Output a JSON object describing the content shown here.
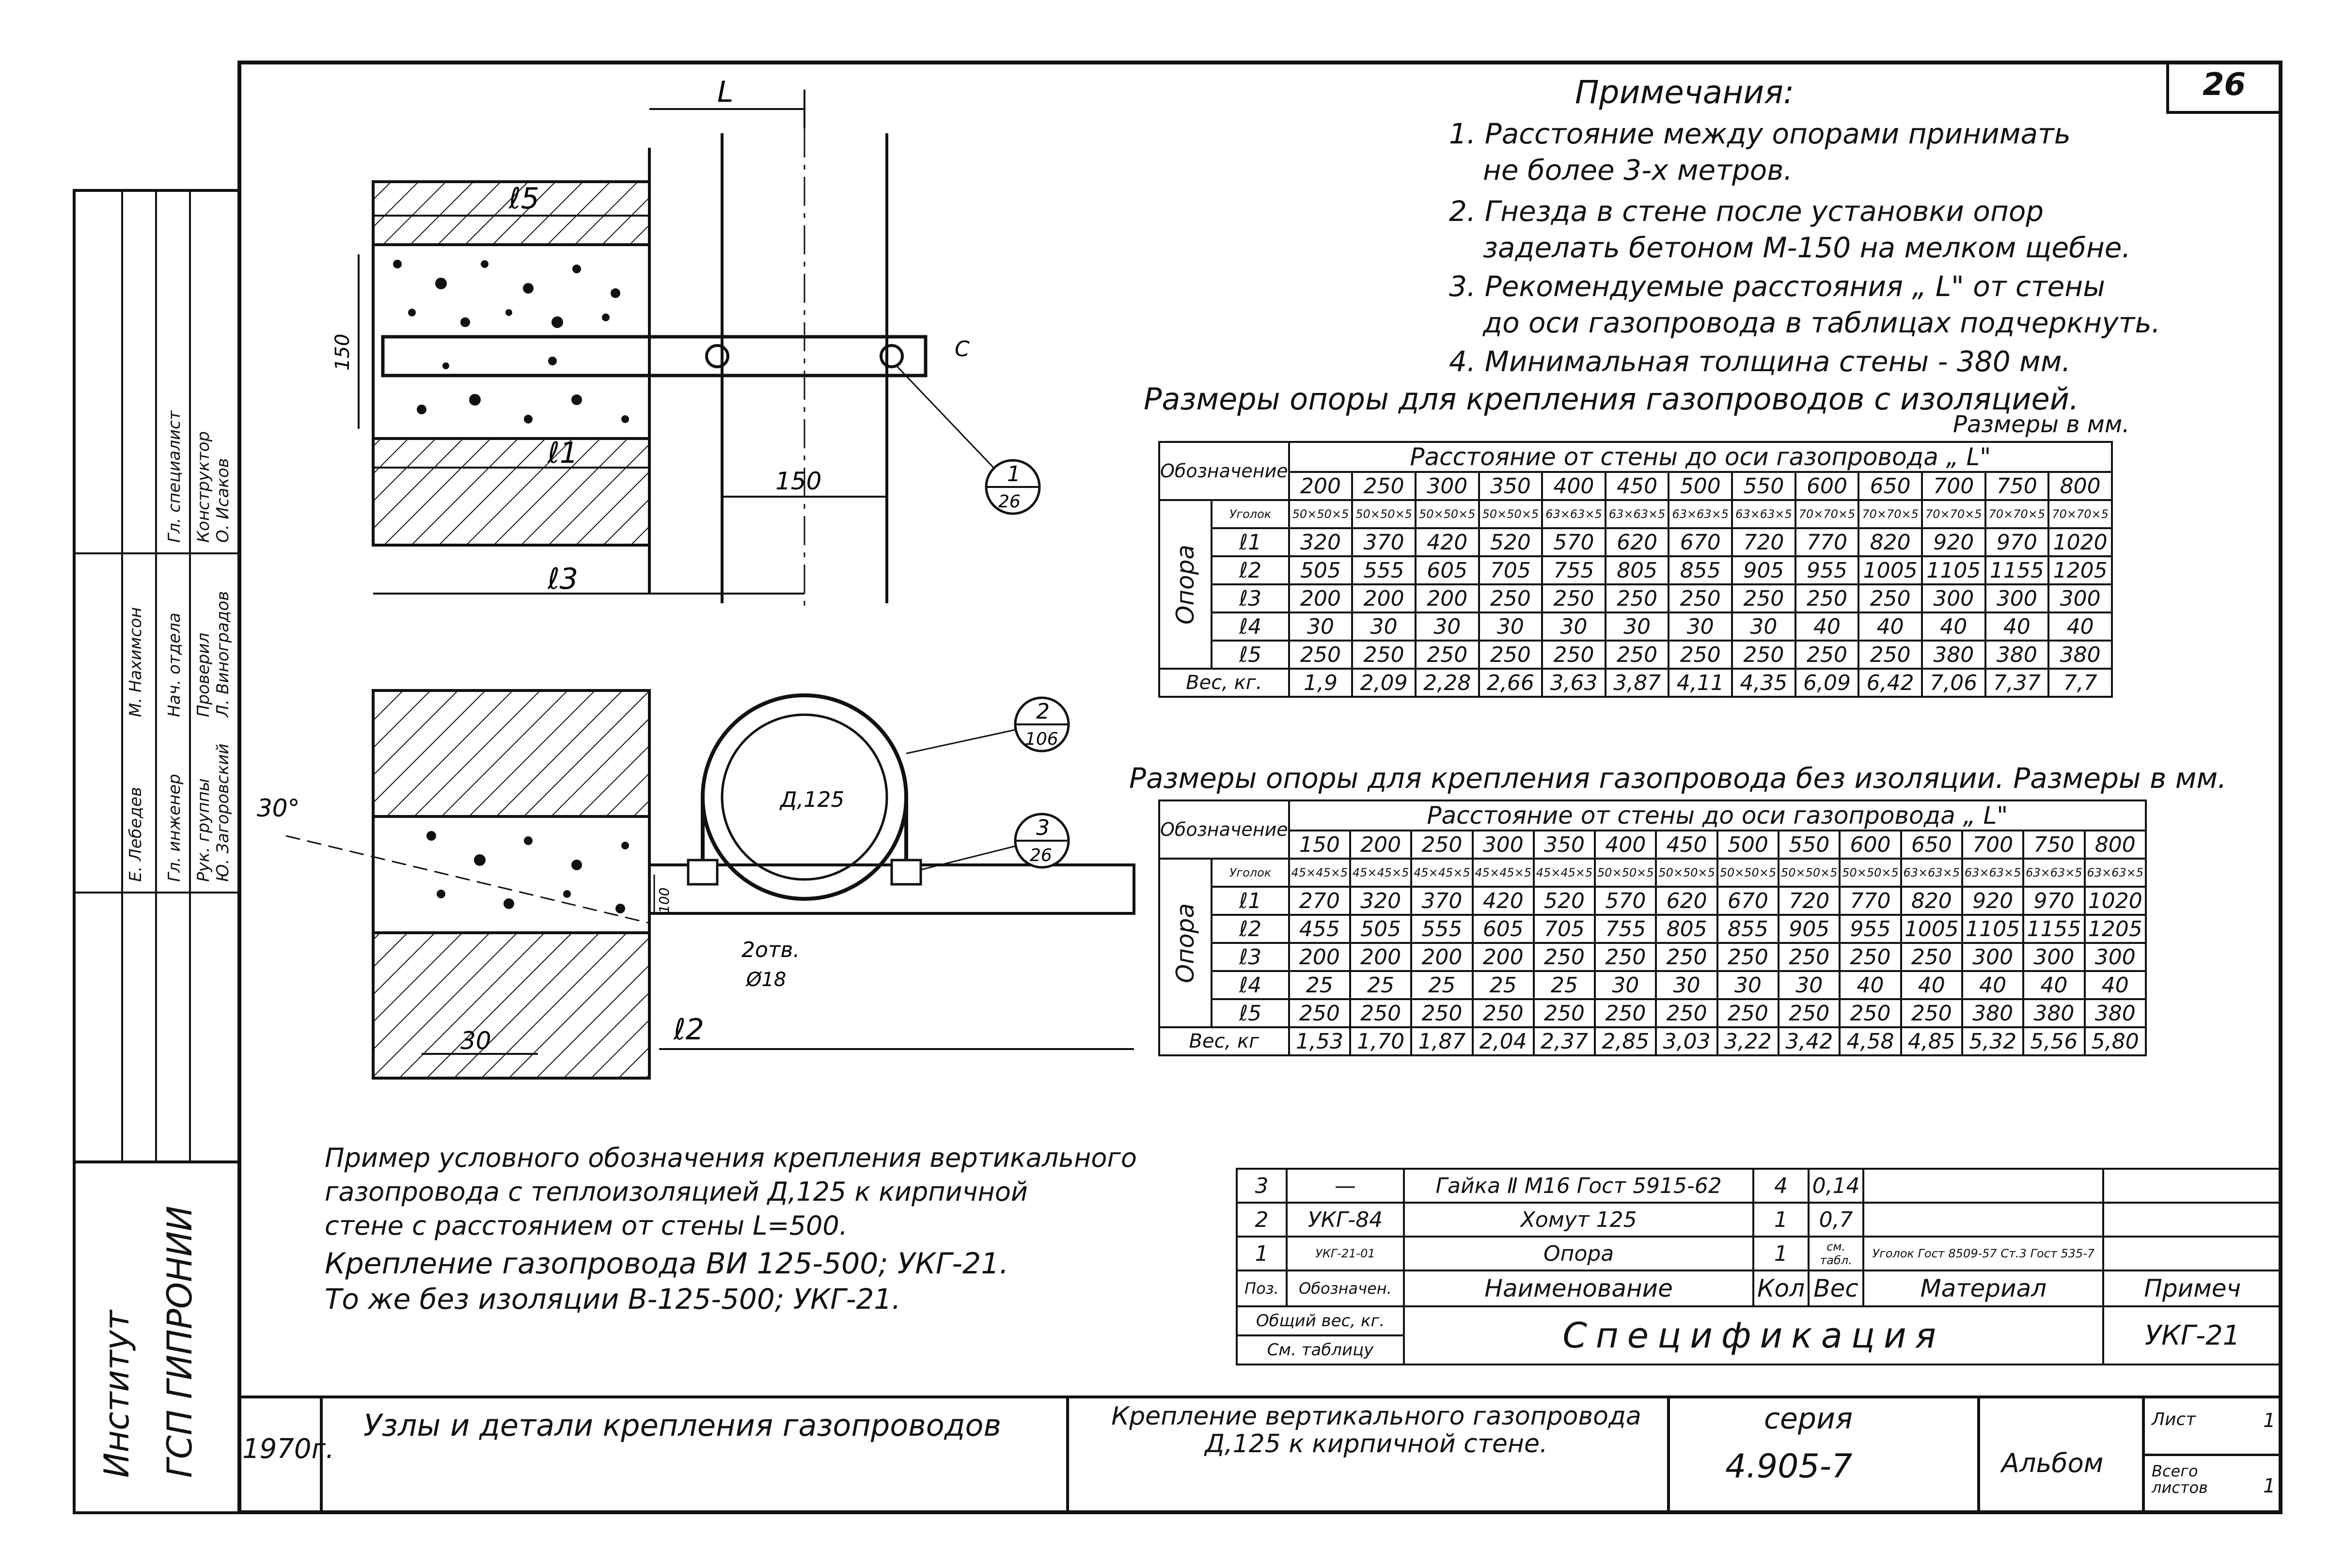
{
  "sheet_number": "26",
  "notes": {
    "title": "Примечания:",
    "items": [
      "1. Расстояние между опорами принимать",
      "не более 3-х метров.",
      "2. Гнезда в стене после установки опор",
      "заделать бетоном М-150 на мелком щебне.",
      "3. Рекомендуемые расстояния „ L\" от стены",
      "до оси газопровода в таблицах подчеркнуть.",
      "4. Минимальная толщина стены - 380 мм."
    ]
  },
  "drawing_labels": {
    "L": "L",
    "l5": "ℓ5",
    "l1": "ℓ1",
    "l3": "ℓ3",
    "l2": "ℓ2",
    "dim150_top": "150",
    "dim150_v": "150",
    "dim100": "100",
    "dim30": "30",
    "angle30": "30°",
    "c": "C",
    "pipe_d": "Д,125",
    "hole": "2отв.",
    "hole_d": "Ø18",
    "callout1_top": "1",
    "callout1_bot": "26",
    "callout2_top": "2",
    "callout2_bot": "106",
    "callout3_top": "3",
    "callout3_bot": "26"
  },
  "table1": {
    "title": "Размеры опоры для крепления газопроводов с изоляцией.",
    "units": "Размеры в мм.",
    "h_designation": "Обозначение",
    "h_distance": "Расстояние от стены до оси газопровода „ L\"",
    "h_support": "Опора",
    "h_weight": "Вес, кг.",
    "cols": [
      "200",
      "250",
      "300",
      "350",
      "400",
      "450",
      "500",
      "550",
      "600",
      "650",
      "700",
      "750",
      "800"
    ],
    "rows": [
      {
        "label": "Уголок",
        "small": true,
        "values": [
          "50×50×5",
          "50×50×5",
          "50×50×5",
          "50×50×5",
          "63×63×5",
          "63×63×5",
          "63×63×5",
          "63×63×5",
          "70×70×5",
          "70×70×5",
          "70×70×5",
          "70×70×5",
          "70×70×5"
        ]
      },
      {
        "label": "ℓ1",
        "values": [
          "320",
          "370",
          "420",
          "520",
          "570",
          "620",
          "670",
          "720",
          "770",
          "820",
          "920",
          "970",
          "1020"
        ]
      },
      {
        "label": "ℓ2",
        "values": [
          "505",
          "555",
          "605",
          "705",
          "755",
          "805",
          "855",
          "905",
          "955",
          "1005",
          "1105",
          "1155",
          "1205"
        ]
      },
      {
        "label": "ℓ3",
        "values": [
          "200",
          "200",
          "200",
          "250",
          "250",
          "250",
          "250",
          "250",
          "250",
          "250",
          "300",
          "300",
          "300"
        ]
      },
      {
        "label": "ℓ4",
        "values": [
          "30",
          "30",
          "30",
          "30",
          "30",
          "30",
          "30",
          "30",
          "40",
          "40",
          "40",
          "40",
          "40"
        ]
      },
      {
        "label": "ℓ5",
        "values": [
          "250",
          "250",
          "250",
          "250",
          "250",
          "250",
          "250",
          "250",
          "250",
          "250",
          "380",
          "380",
          "380"
        ]
      }
    ],
    "weights": [
      "1,9",
      "2,09",
      "2,28",
      "2,66",
      "3,63",
      "3,87",
      "4,11",
      "4,35",
      "6,09",
      "6,42",
      "7,06",
      "7,37",
      "7,7"
    ]
  },
  "table2": {
    "title": "Размеры опоры для крепления газопровода без изоляции. Размеры в мм.",
    "h_designation": "Обозначение",
    "h_distance": "Расстояние от стены до оси газопровода „ L\"",
    "h_support": "Опора",
    "h_weight": "Вес, кг",
    "cols": [
      "150",
      "200",
      "250",
      "300",
      "350",
      "400",
      "450",
      "500",
      "550",
      "600",
      "650",
      "700",
      "750",
      "800"
    ],
    "rows": [
      {
        "label": "Уголок",
        "small": true,
        "values": [
          "45×45×5",
          "45×45×5",
          "45×45×5",
          "45×45×5",
          "45×45×5",
          "50×50×5",
          "50×50×5",
          "50×50×5",
          "50×50×5",
          "50×50×5",
          "63×63×5",
          "63×63×5",
          "63×63×5",
          "63×63×5"
        ]
      },
      {
        "label": "ℓ1",
        "values": [
          "270",
          "320",
          "370",
          "420",
          "520",
          "570",
          "620",
          "670",
          "720",
          "770",
          "820",
          "920",
          "970",
          "1020"
        ]
      },
      {
        "label": "ℓ2",
        "values": [
          "455",
          "505",
          "555",
          "605",
          "705",
          "755",
          "805",
          "855",
          "905",
          "955",
          "1005",
          "1105",
          "1155",
          "1205"
        ]
      },
      {
        "label": "ℓ3",
        "values": [
          "200",
          "200",
          "200",
          "200",
          "250",
          "250",
          "250",
          "250",
          "250",
          "250",
          "250",
          "300",
          "300",
          "300"
        ]
      },
      {
        "label": "ℓ4",
        "values": [
          "25",
          "25",
          "25",
          "25",
          "25",
          "30",
          "30",
          "30",
          "30",
          "40",
          "40",
          "40",
          "40",
          "40"
        ]
      },
      {
        "label": "ℓ5",
        "values": [
          "250",
          "250",
          "250",
          "250",
          "250",
          "250",
          "250",
          "250",
          "250",
          "250",
          "250",
          "380",
          "380",
          "380"
        ]
      }
    ],
    "weights": [
      "1,53",
      "1,70",
      "1,87",
      "2,04",
      "2,37",
      "2,85",
      "3,03",
      "3,22",
      "3,42",
      "4,58",
      "4,85",
      "5,32",
      "5,56",
      "5,80"
    ]
  },
  "example": {
    "lines": [
      "Пример условного обозначения крепления вертикального",
      "газопровода с теплоизоляцией Д,125 к кирпичной",
      "стене с расстоянием от стены L=500.",
      "Крепление газопровода ВИ 125-500; УКГ-21.",
      "То же без изоляции В-125-500; УКГ-21."
    ]
  },
  "spec": {
    "rows": [
      {
        "pos": "3",
        "code": "—",
        "name": "Гайка Ⅱ М16 Гост 5915-62",
        "qty": "4",
        "weight": "0,14",
        "material": "",
        "note": ""
      },
      {
        "pos": "2",
        "code": "УКГ-84",
        "name": "Хомут 125",
        "qty": "1",
        "weight": "0,7",
        "material": "",
        "note": ""
      },
      {
        "pos": "1",
        "code": "УКГ-21-01",
        "name": "Опора",
        "qty": "1",
        "weight": "см. табл.",
        "material": "Уголок Гост 8509-57 Ст.3 Гост 535-7",
        "note": ""
      }
    ],
    "h_pos": "Поз.",
    "h_code": "Обозначен.",
    "h_name": "Наименование",
    "h_qty": "Кол",
    "h_weight": "Вес",
    "h_material": "Материал",
    "h_note": "Примеч",
    "total_weight": "Общий вес, кг.",
    "see_table": "См. таблицу",
    "title": "Спецификация",
    "code": "УКГ-21"
  },
  "title_block": {
    "year": "1970г.",
    "section": "Узлы и детали крепления газопроводов",
    "title": "Крепление вертикального газопровода Д,125 к кирпичной стене.",
    "series_label": "серия",
    "series": "4.905-7",
    "album": "Альбом",
    "sheet_label": "Лист",
    "sheet": "1",
    "total_label": "Всего листов",
    "total": "1"
  },
  "side_block": {
    "institute": "Институт",
    "org": "ГСП ГИПРОНИИ",
    "roles": [
      "Гл. инженер",
      "Нач. отдела",
      "Гл. специалист",
      "Рук. группы",
      "Проверил",
      "Конструктор"
    ],
    "names": [
      "Е. Лебедев",
      "М. Нахимсон",
      "Ю. Загоровский",
      "Л. Виноградов",
      "О. Исаков"
    ]
  }
}
